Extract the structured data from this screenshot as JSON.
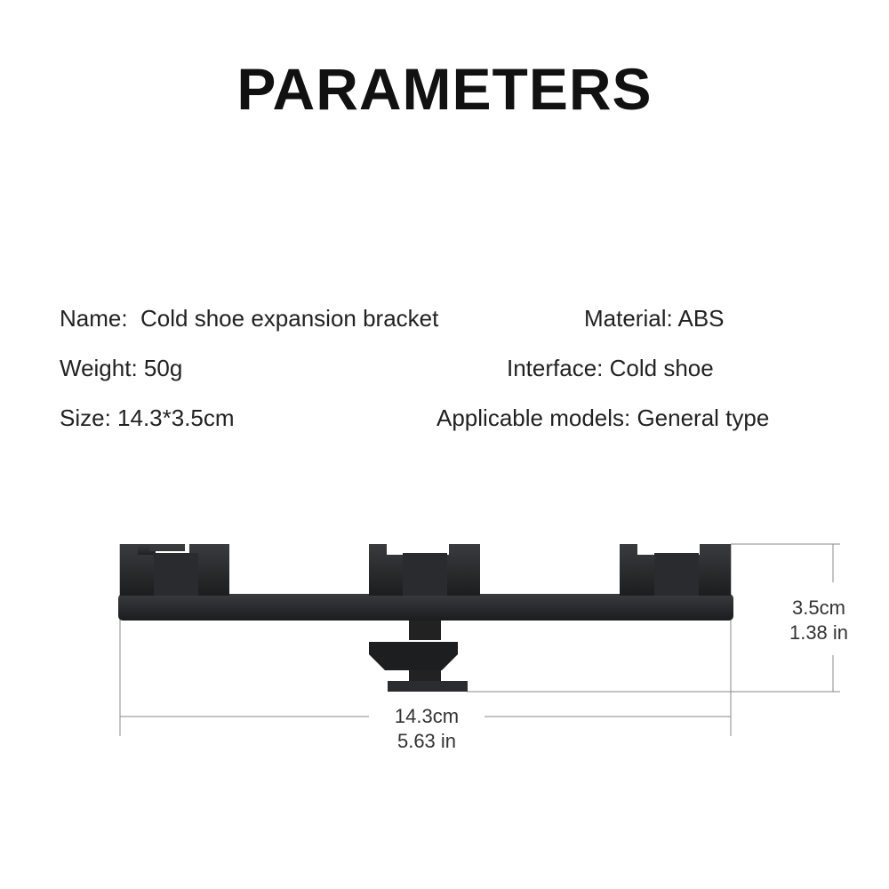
{
  "title": "PARAMETERS",
  "specs": {
    "name": "Name:  Cold shoe expansion bracket",
    "material": "Material: ABS",
    "weight": "Weight: 50g",
    "interface": "Interface: Cold shoe",
    "size": "Size: 14.3*3.5cm",
    "models": "Applicable models: General type"
  },
  "dimensions": {
    "height_cm": "3.5cm",
    "height_in": "1.38 in",
    "width_cm": "14.3cm",
    "width_in": "5.63 in"
  }
}
